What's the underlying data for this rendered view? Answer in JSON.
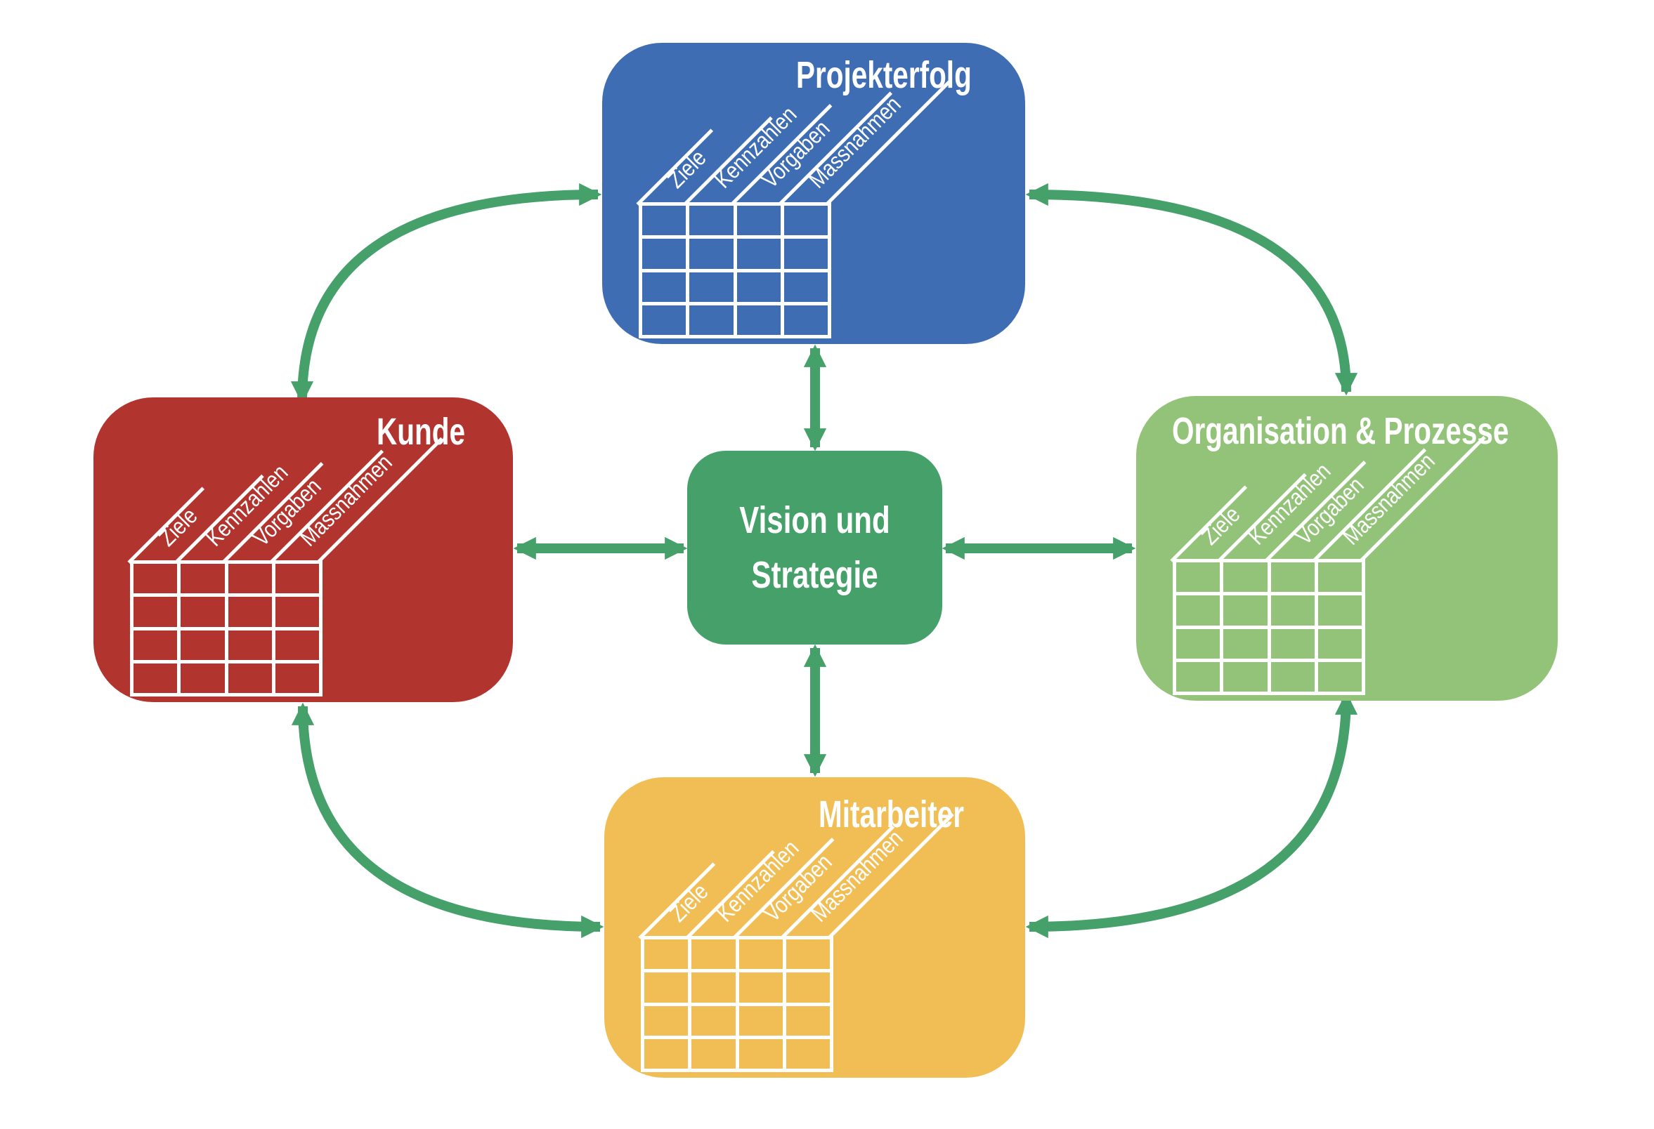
{
  "diagram": {
    "center": {
      "label_line1": "Vision und",
      "label_line2": "Strategie",
      "color": "#45A06A"
    },
    "nodes": {
      "projekterfolg": {
        "label": "Projekterfolg",
        "color": "#3E6DB4"
      },
      "kunde": {
        "label": "Kunde",
        "color": "#B1342E"
      },
      "organisation_prozesse": {
        "label": "Organisation & Prozesse",
        "color": "#93C379"
      },
      "mitarbeiter": {
        "label": "Mitarbeiter",
        "color": "#F0BE55"
      }
    },
    "table_headers": [
      "Ziele",
      "Kennzahlen",
      "Vorgaben",
      "Massnahmen"
    ],
    "arrow_color": "#45A06A",
    "background_color": "#FFFFFF",
    "text_color": "#FFFFFF"
  }
}
